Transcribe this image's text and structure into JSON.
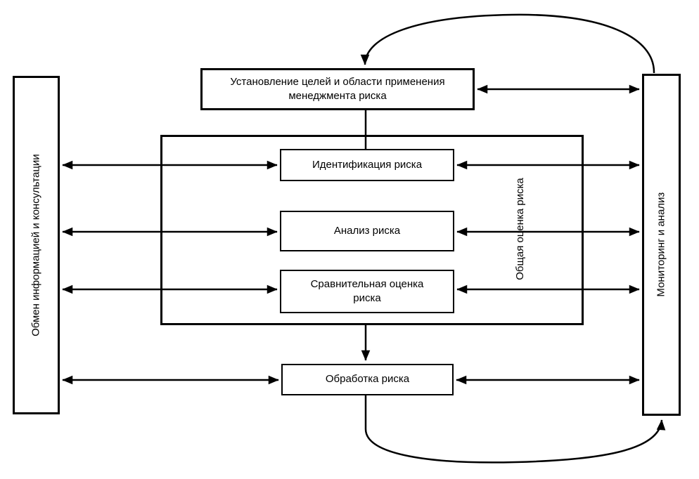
{
  "nodes": {
    "communication": {
      "label": "Обмен информацией и консультации"
    },
    "monitoring": {
      "label": "Мониторинг и анализ"
    },
    "objectives": {
      "label": "Установление целей и области применения менеджмента риска"
    },
    "overall_assessment": {
      "label": "Общая оценка риска"
    },
    "identification": {
      "label": "Идентификация риска"
    },
    "analysis": {
      "label": "Анализ риска"
    },
    "evaluation": {
      "label": "Сравнительная оценка риска"
    },
    "treatment": {
      "label": "Обработка риска"
    }
  },
  "colors": {
    "line": "#000000",
    "background": "#ffffff",
    "box_fill": "#ffffff"
  }
}
